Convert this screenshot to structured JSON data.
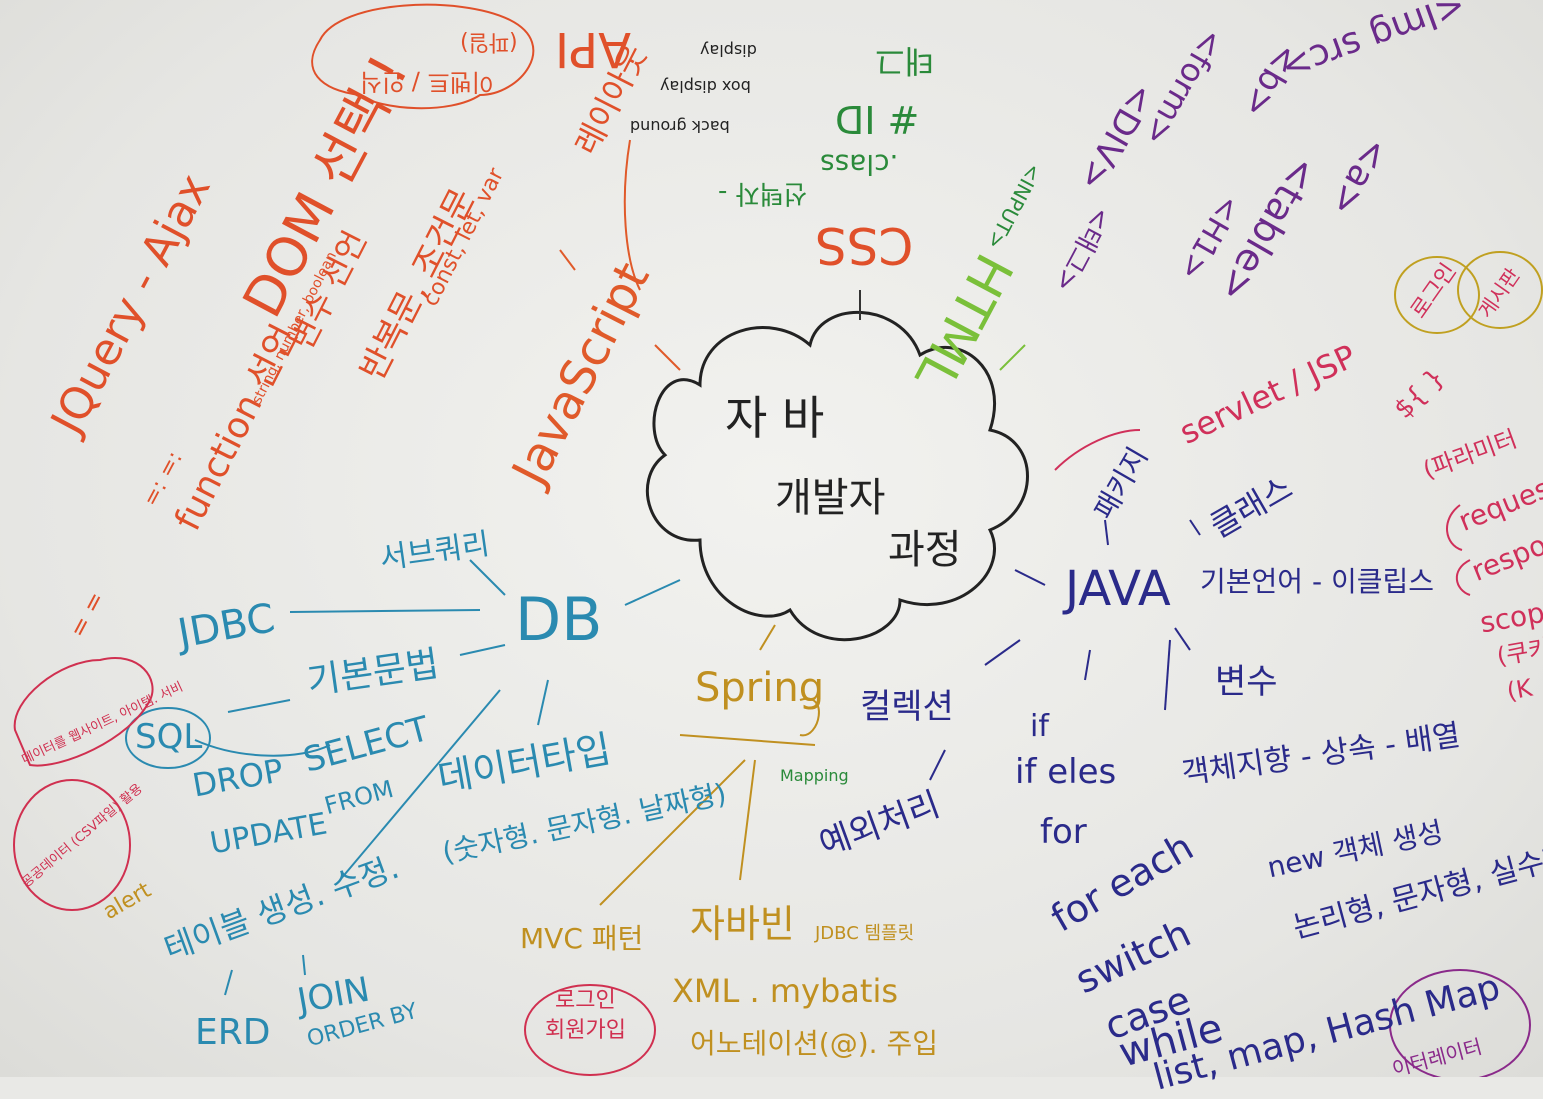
{
  "colors": {
    "center": "#222222",
    "java": "#2a2a8a",
    "jquery": "#e0502a",
    "javascript": "#e05a2a",
    "css": "#2a8a3a",
    "html": "#7ac03a",
    "tags": "#6a2a8a",
    "servlet": "#d0305a",
    "db": "#2a8ab0",
    "spring": "#c09020",
    "pink": "#d03050"
  },
  "center": {
    "line1": "자 바",
    "line2": "개발자",
    "line3": "과정"
  },
  "left_top": {
    "jquery": "JQuery - Ajax",
    "dom": "DOM 선택 !",
    "cloud_top": "이벤트 / 인식",
    "api": "API",
    "api_sub": "(파일)",
    "javascript": "JavaScript",
    "loop_etc": "반복문, 조건문",
    "var_types": "변수 선언",
    "string_line": "string, number, boolean",
    "func": "function 선언",
    "const_let": "const, let, var",
    "dots": "= = ",
    "dots2": "=: =:"
  },
  "css": {
    "title": "CSS",
    "sel": "선택자 -",
    "class": ".class",
    "id": "# ID",
    "tag": "태그",
    "props1": "back ground",
    "props2": "box display",
    "props3": "display",
    "layout": "레이아웃"
  },
  "html": {
    "title": "HTML",
    "t1": "<태그>",
    "t2": "<INPUT>",
    "tags": [
      "<Img src>",
      "<form>",
      "<b>",
      "<a>",
      "<DIV>",
      "<table>",
      "<H1>"
    ]
  },
  "servlet": {
    "title": "servlet / JSP",
    "login": "로그인",
    "board": "게시판",
    "el": "${ }",
    "param": "(파라미터",
    "request": "request",
    "response": "response",
    "scope": "scope",
    "cookie": "(쿠키",
    "k": "(K"
  },
  "java": {
    "title": "JAVA",
    "package": "패키지",
    "class": "클래스",
    "basic": "기본언어 - 이클립스",
    "variable": "변수",
    "collection": "컬렉션",
    "exception": "예외처리",
    "if": "if",
    "ifelse": "if eles",
    "for": "for",
    "foreach": "for each",
    "switch": "switch",
    "case": "case",
    "while": "while",
    "oop": "객체지향 - 상속 - 배열",
    "new": "new 객체 생성",
    "types": "논리형, 문자형, 실수형, 정수형",
    "list": "list, map, Hash Map",
    "iterator": "이터레이터"
  },
  "db": {
    "title": "DB",
    "subquery": "서브쿼리",
    "jdbc": "JDBC",
    "basic": "기본문법",
    "sql": "SQL",
    "drop": "DROP",
    "select": "SELECT",
    "from": "FROM",
    "update": "UPDATE",
    "datatype": "데이터타입",
    "datatype_sub": "(숫자형. 문자형. 날짜형)",
    "table": "테이블 생성. 수정.",
    "erd": "ERD",
    "join": "JOIN",
    "orderby": "ORDER BY",
    "pink1": "데이터를 웹사이트, 아이템. 서비",
    "pink2": "공공데이터 (CSV파일) 활용",
    "alert": "alert"
  },
  "spring": {
    "title": "Spring",
    "mapping": "Mapping",
    "mvc": "MVC 패턴",
    "bean": "자바빈",
    "jdbc_tpl": "JDBC 템플릿",
    "xml": "XML . mybatis",
    "anno": "어노테이션(@). 주입",
    "login": "로그인",
    "join": "회원가입"
  }
}
